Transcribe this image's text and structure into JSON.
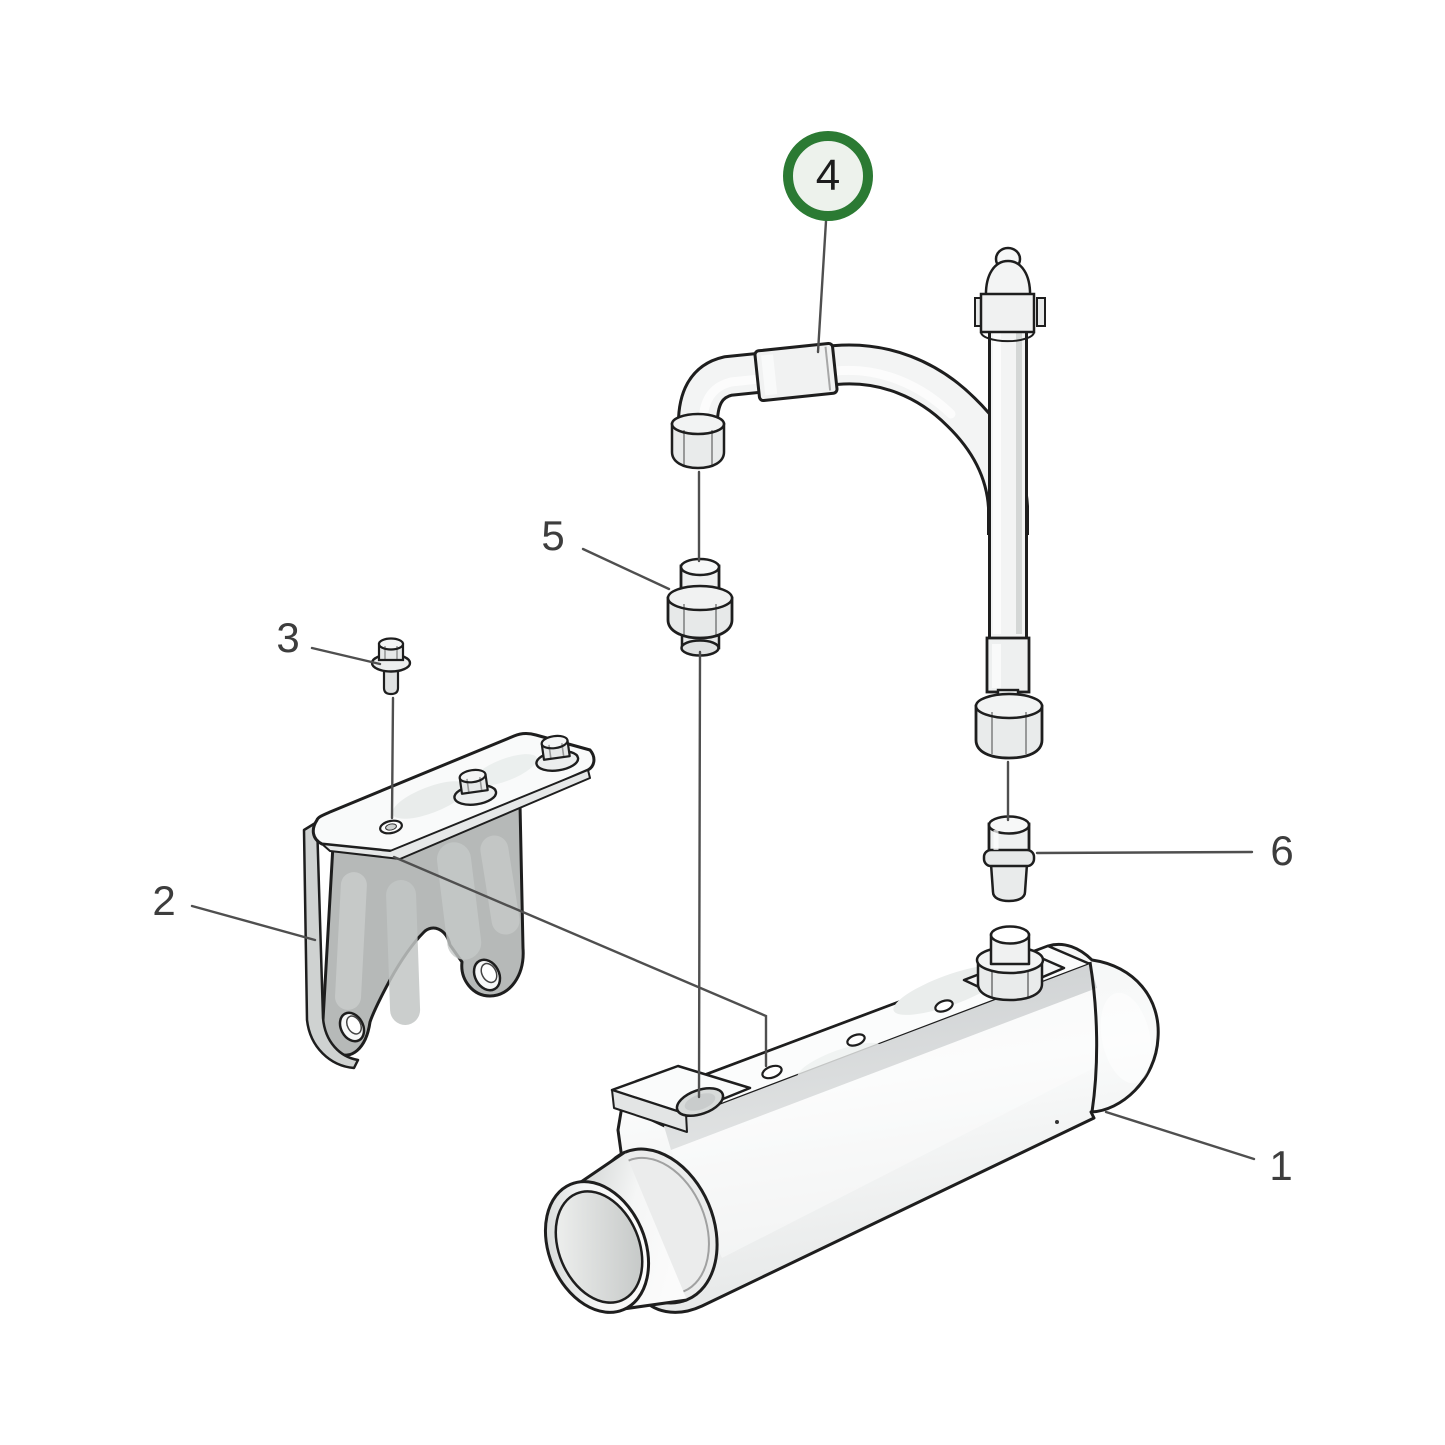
{
  "figure": {
    "type": "exploded-parts-diagram",
    "background_color": "#ffffff",
    "outline_color": "#1e1e1e",
    "part_fill_color": "#f2f3f3",
    "leader_line_color": "#4f4f4f",
    "highlight": {
      "highlighted_part": "4",
      "ring_color": "#2b7a33",
      "fill_color": "#edf2ec"
    },
    "callouts": [
      {
        "number": "1",
        "highlighted": false
      },
      {
        "number": "2",
        "highlighted": false
      },
      {
        "number": "3",
        "highlighted": false
      },
      {
        "number": "4",
        "highlighted": true
      },
      {
        "number": "5",
        "highlighted": false
      },
      {
        "number": "6",
        "highlighted": false
      }
    ]
  }
}
